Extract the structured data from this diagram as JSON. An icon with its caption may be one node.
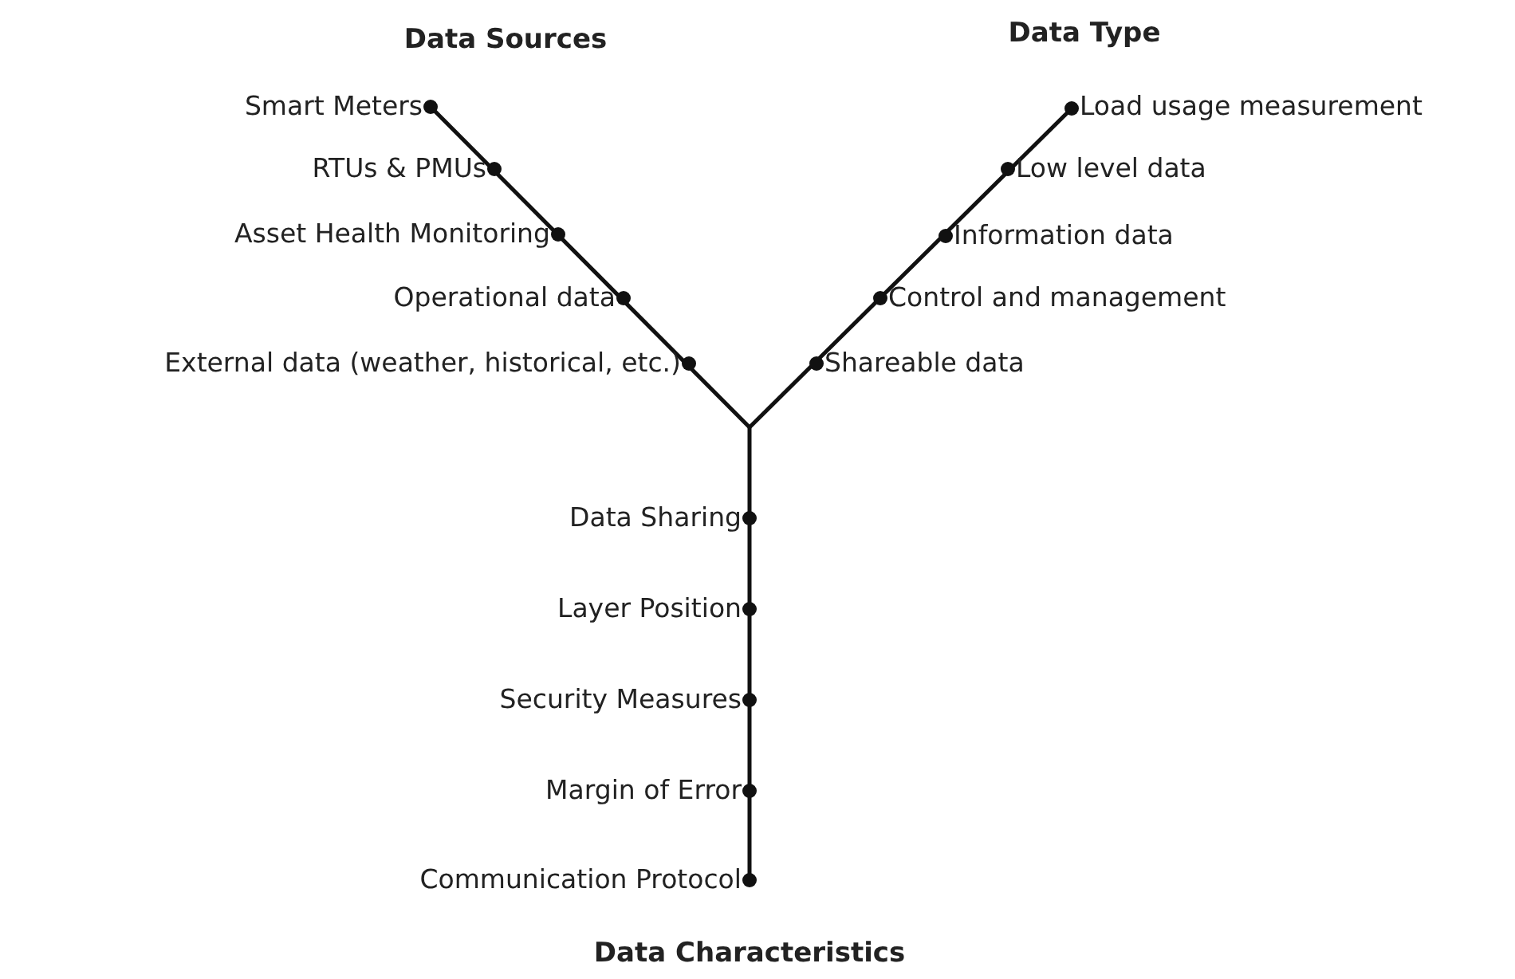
{
  "diagram": {
    "labels": [
      "Data Sources",
      "Data Type",
      "Smart Meters",
      "Load usage measurement",
      "RTUs & PMUs",
      "Low level data",
      "Asset Health Monitoring",
      "Information data",
      "Operational data",
      "Control and management",
      "External data (weather, historical, etc.)",
      "Shareable data",
      "Data Sharing",
      "Layer Position",
      "Security Measures",
      "Margin of Error",
      "Communication Protocol",
      "Data Characteristics"
    ]
  }
}
